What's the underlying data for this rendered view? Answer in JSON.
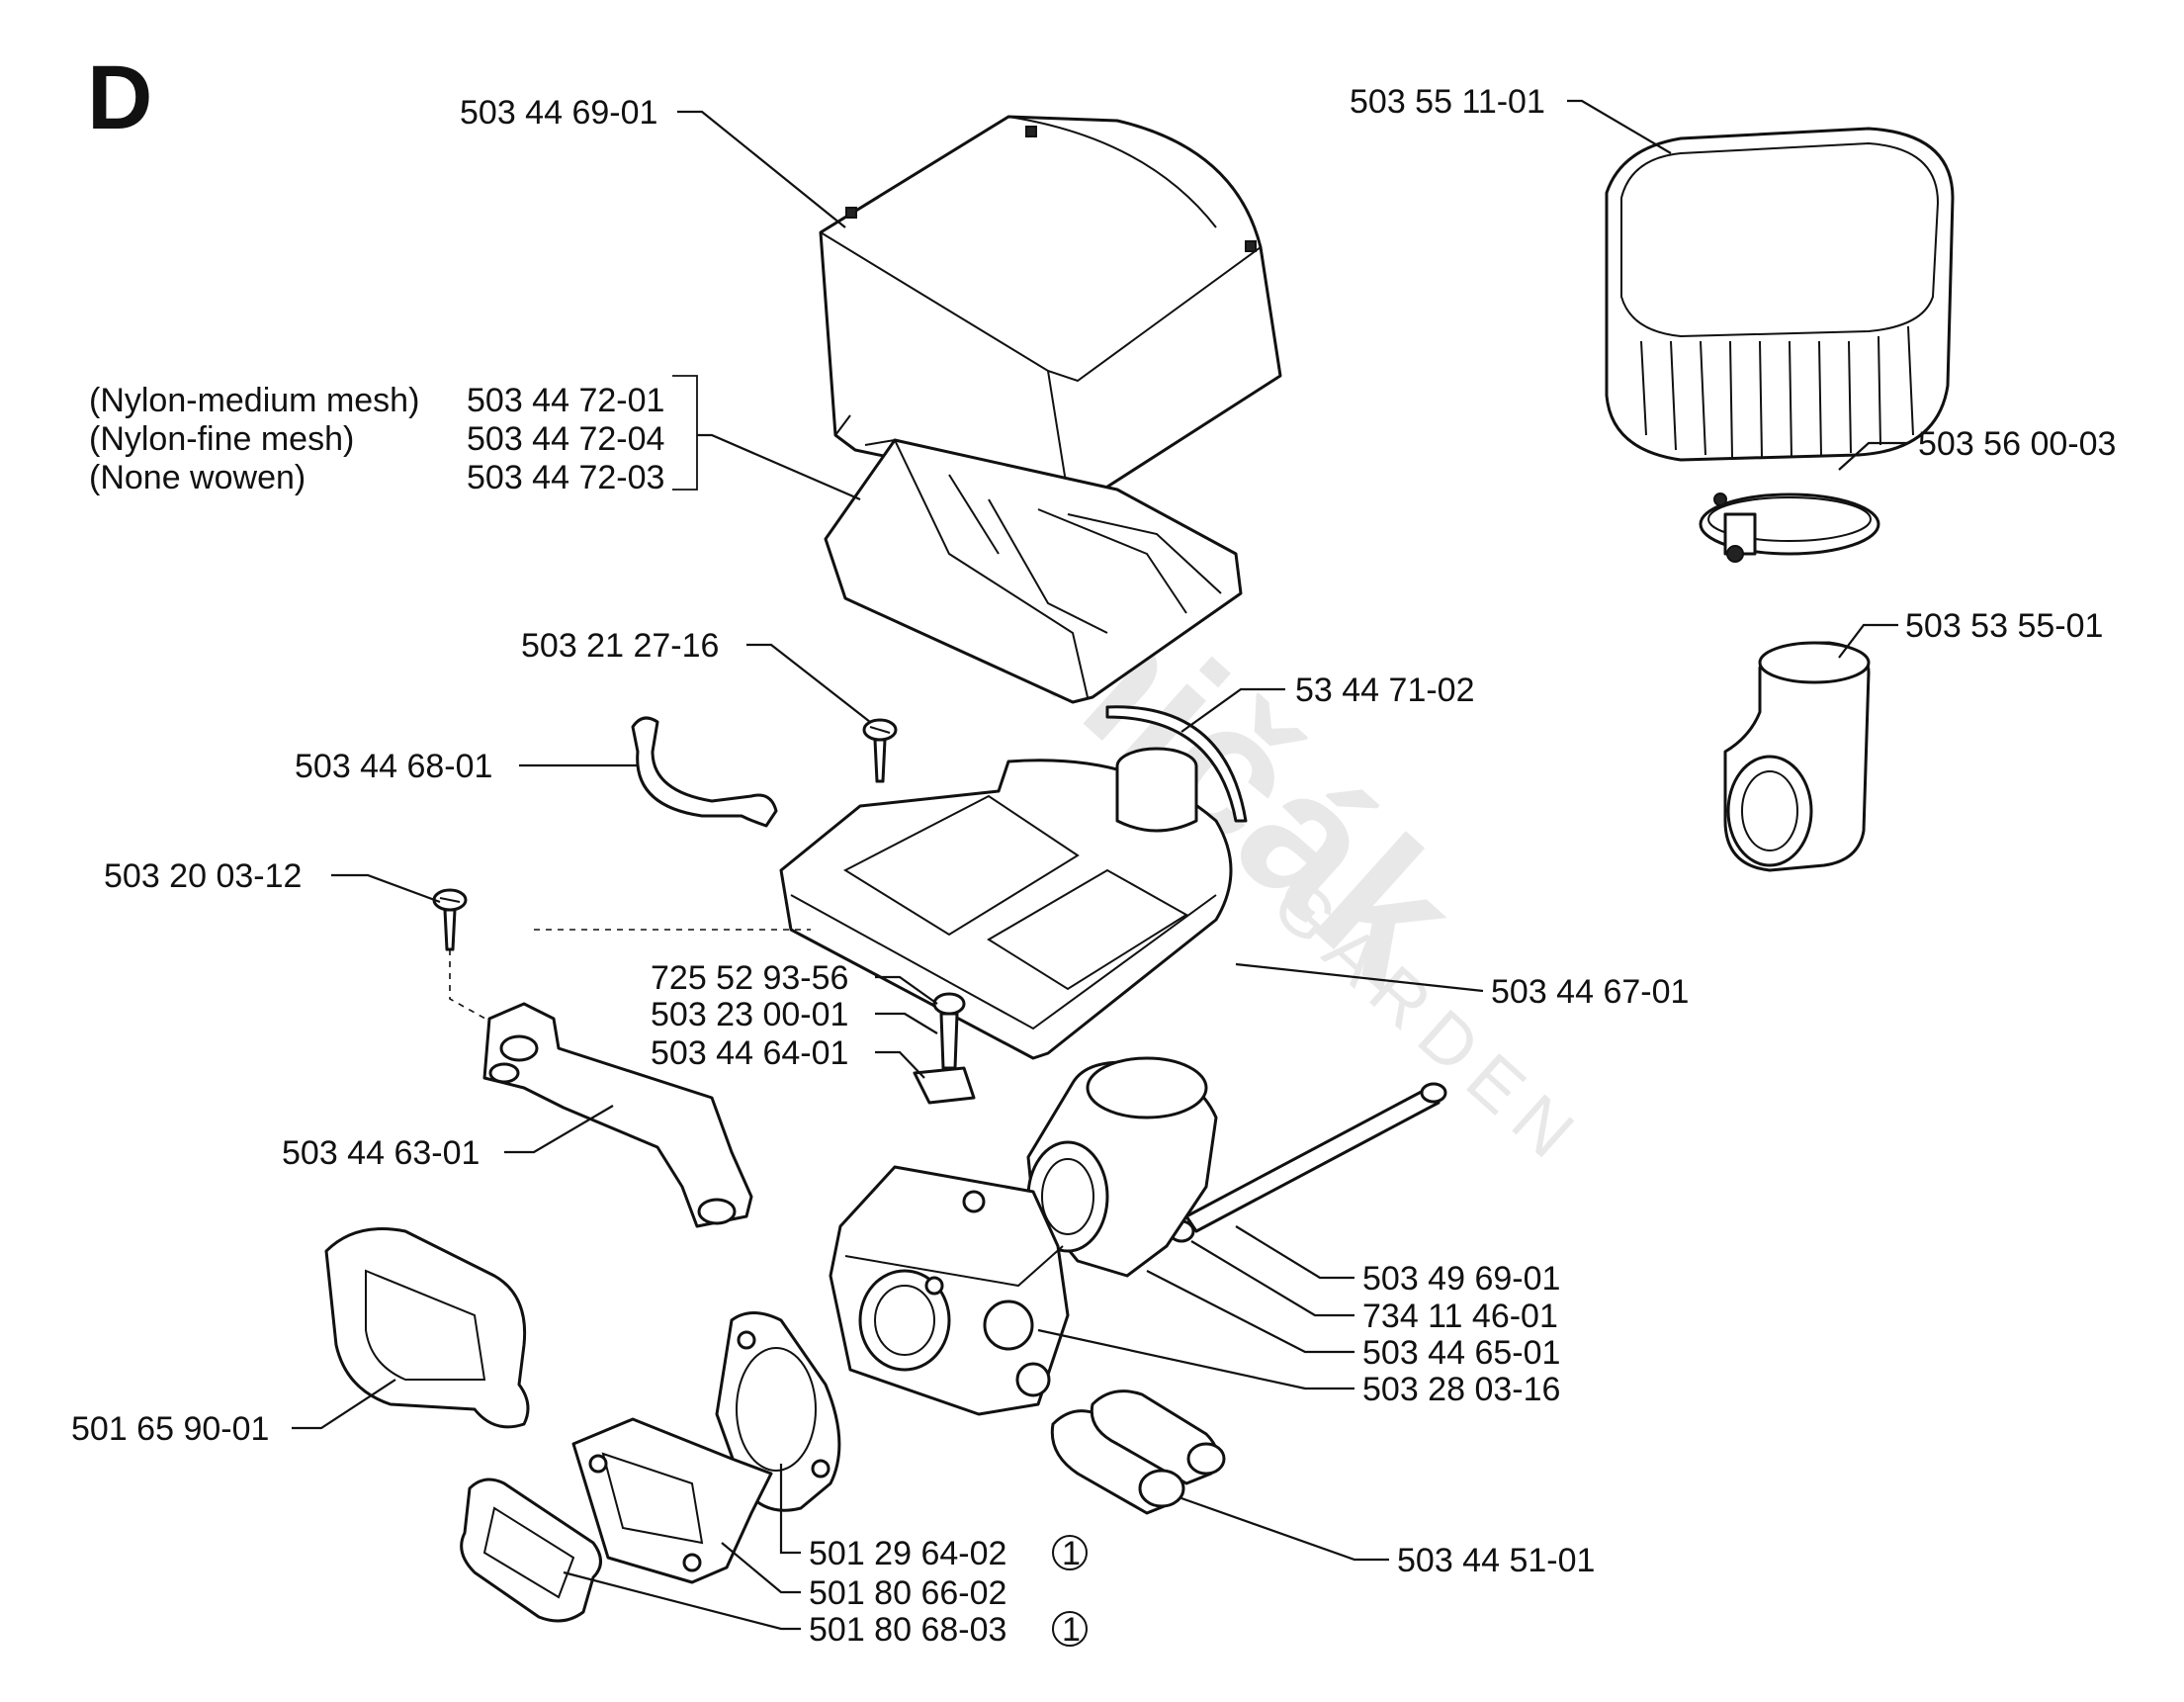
{
  "section": "D",
  "watermark": {
    "brand": "Seničák",
    "sub": "GARDEN"
  },
  "mesh_options": [
    {
      "description": "(Nylon-medium mesh)",
      "part": "503 44 72-01"
    },
    {
      "description": "(Nylon-fine mesh)",
      "part": "503 44 72-04"
    },
    {
      "description": "(None wowen)",
      "part": "503 44 72-03"
    }
  ],
  "callouts": {
    "p_503446901": "503 44 69-01",
    "p_503551101": "503 55 11-01",
    "p_503560003": "503 56 00-03",
    "p_503535501": "503 53 55-01",
    "p_53447102": "53 44 71-02",
    "p_503212716": "503 21 27-16",
    "p_503446801": "503 44 68-01",
    "p_503200312": "503 20 03-12",
    "p_503446701": "503 44 67-01",
    "p_725529356": "725 52 93-56",
    "p_503230001": "503 23 00-01",
    "p_503446401": "503 44 64-01",
    "p_503446301": "503 44 63-01",
    "p_503496901": "503 49 69-01",
    "p_734114601": "734 11 46-01",
    "p_503446501": "503 44 65-01",
    "p_503280316": "503 28 03-16",
    "p_501659001": "501 65 90-01",
    "p_501296402": "501 29 64-02",
    "p_501806602": "501 80 66-02",
    "p_501806803": "501 80 68-03",
    "p_503445101": "503 44 51-01"
  },
  "note_marker": "1"
}
